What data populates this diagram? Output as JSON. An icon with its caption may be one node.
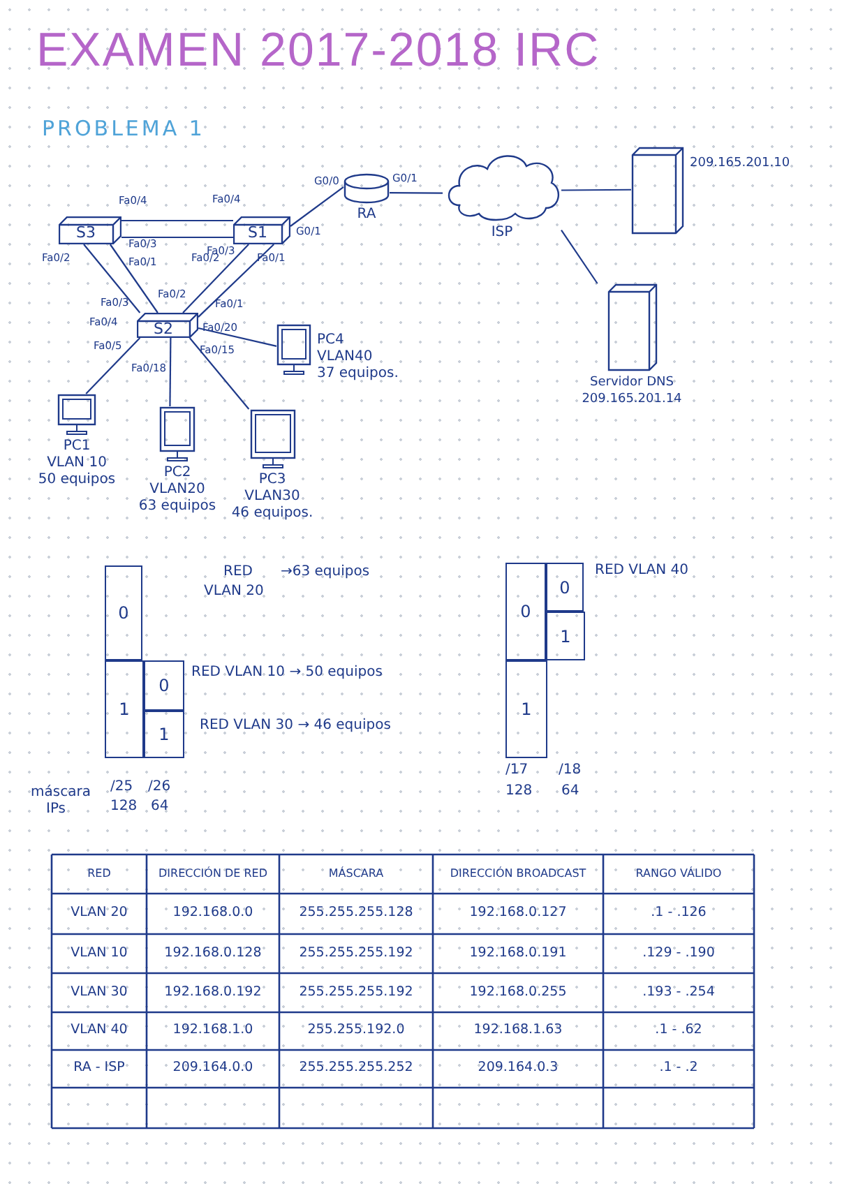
{
  "diagram": {
    "title": "EXAMEN 2017-2018 IRC",
    "nodes": [
      {
        "text": [
          "S3"
        ]
      },
      {
        "text": [
          "S1"
        ]
      },
      {
        "text": [
          "RA"
        ]
      },
      {
        "text": [
          "ISP"
        ]
      },
      {
        "text": [
          "209.165.201.10"
        ]
      },
      {
        "text": [
          "Servidor DNS",
          "209.165.201.14"
        ]
      },
      {
        "text": [
          "S2"
        ]
      },
      {
        "text": [
          "PC4",
          "VLAN40",
          "37 equipos."
        ]
      },
      {
        "text": [
          "PC1",
          "VLAN 10",
          "50 equipos"
        ]
      },
      {
        "text": [
          "PC2",
          "VLAN20",
          "63 equipos"
        ]
      },
      {
        "text": [
          "PC3",
          "VLAN30",
          "46 equipos."
        ]
      },
      {
        "text": [
          "0"
        ]
      },
      {
        "text": [
          "1"
        ]
      },
      {
        "text": [
          "0"
        ]
      },
      {
        "text": [
          "1"
        ]
      },
      {
        "text": [
          "0"
        ]
      },
      {
        "text": [
          "0"
        ]
      },
      {
        "text": [
          "1"
        ]
      },
      {
        "text": [
          "1"
        ]
      }
    ],
    "edges": [
      {
        "from": 0,
        "to": 1,
        "arrow": "none"
      },
      {
        "from": 0,
        "to": 1,
        "arrow": "none"
      },
      {
        "from": 0,
        "to": 6,
        "arrow": "none"
      },
      {
        "from": 0,
        "to": 6,
        "arrow": "none"
      },
      {
        "from": 1,
        "to": 6,
        "arrow": "none"
      },
      {
        "from": 1,
        "to": 6,
        "arrow": "none"
      },
      {
        "from": 1,
        "to": 2,
        "arrow": "none"
      },
      {
        "from": 2,
        "to": 3,
        "arrow": "none"
      },
      {
        "from": 3,
        "to": 4,
        "arrow": "none"
      },
      {
        "from": 3,
        "to": 5,
        "arrow": "none"
      },
      {
        "from": 6,
        "to": 7,
        "arrow": "none"
      },
      {
        "from": 6,
        "to": 8,
        "arrow": "none"
      },
      {
        "from": 6,
        "to": 9,
        "arrow": "none"
      },
      {
        "from": 6,
        "to": 10,
        "arrow": "none"
      }
    ],
    "labels": [
      "PROBLEMA 1",
      "Fa0/4",
      "Fa0/4",
      "G0/0",
      "G0/1",
      "Fa0/3",
      "Fa0/3",
      "G0/1",
      "Fa0/2",
      "Fa0/1",
      "Fa0/2",
      "Fa0/1",
      "Fa0/2",
      "Fa0/3",
      "Fa0/1",
      "Fa0/4",
      "Fa0/20",
      "Fa0/5",
      "Fa0/18",
      "Fa0/15",
      "RED",
      "→63 equipos",
      "VLAN 20",
      "RED VLAN 40",
      "RED VLAN 10 → 50 equipos",
      "RED VLAN 30 → 46 equipos",
      "/17",
      "/18",
      "máscara",
      "/25",
      "/26",
      "128",
      "64",
      "IPs",
      "128",
      "64",
      "RED",
      "DIRECCIÓN DE RED",
      "MÁSCARA",
      "DIRECCIÓN BROADCAST",
      "RANGO VÁLIDO",
      "VLAN 20",
      "192.168.0.0",
      "255.255.255.128",
      "192.168.0.127",
      ".1 - .126",
      "VLAN 10",
      "192.168.0.128",
      "255.255.255.192",
      "192.168.0.191",
      ".129 - .190",
      "VLAN 30",
      "192.168.0.192",
      "255.255.255.192",
      "192.168.0.255",
      ".193 - .254",
      "VLAN 40",
      "192.168.1.0",
      "255.255.192.0",
      "192.168.1.63",
      ".1 - .62",
      "RA - ISP",
      "209.164.0.0",
      "255.255.255.252",
      "209.164.0.3",
      ".1 - .2"
    ]
  }
}
